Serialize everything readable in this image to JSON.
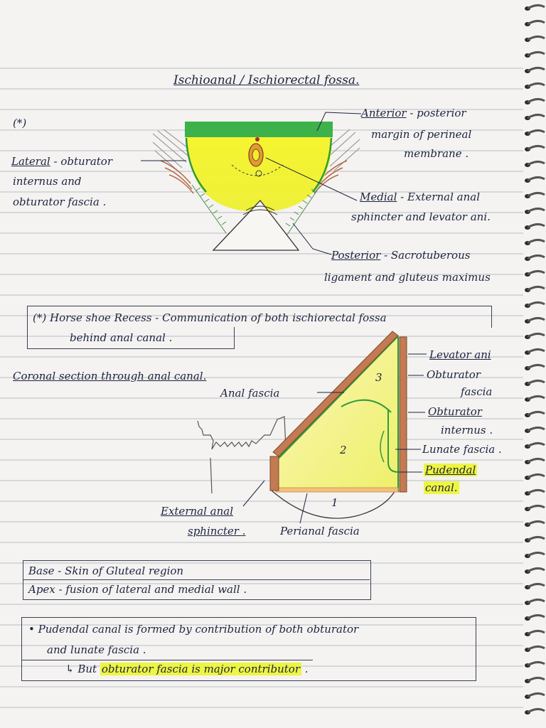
{
  "title": "Ischioanal / Ischiorectal fossa.",
  "bullet_star": "(*)",
  "fig1": {
    "anterior_head": "Anterior",
    "anterior_text1": " - posterior",
    "anterior_text2": "margin of perineal",
    "anterior_text3": "membrane .",
    "lateral_head": "Lateral",
    "lateral_text1": " - obturator",
    "lateral_text2": "internus and",
    "lateral_text3": "obturator fascia .",
    "medial_head": "Medial",
    "medial_text1": " - External anal",
    "medial_text2": "sphincter and levator ani.",
    "posterior_head": "Posterior",
    "posterior_text1": " - Sacrotuberous",
    "posterior_text2": "ligament and gluteus maximus"
  },
  "horseshoe": {
    "star": "(*)",
    "line1": " Horse shoe Recess - Communication of both ischiorectal fossa",
    "line2": "behind anal canal ."
  },
  "coronal": {
    "heading": "Coronal section through anal canal.",
    "anal_fascia": "Anal fascia",
    "levator_ani": "Levator ani",
    "obturator_fascia1": "Obturator",
    "obturator_fascia2": "fascia",
    "obturator_internus1": "Obturator",
    "obturator_internus2": "internus .",
    "lunate_fascia": "Lunate fascia .",
    "pudendal1": "Pudendal",
    "pudendal2": "canal.",
    "ext_anal1": "External anal",
    "ext_anal2": "sphincter .",
    "perianal": "Perianal fascia",
    "n1": "1",
    "n2": "2",
    "n3": "3"
  },
  "base_apex": {
    "base": "Base - Skin of Gluteal region",
    "apex": "Apex - fusion of lateral and medial wall ."
  },
  "pudendal_note": {
    "line1": "• Pudendal canal is formed by contribution of both obturator",
    "line2": "and lunate fascia .",
    "line3_prefix": "↳ But ",
    "line3_hl": "obturator fascia is major contributor",
    "line3_suffix": " ."
  },
  "colors": {
    "yellow": "#f2ee2c",
    "green": "#3db14a",
    "brown": "#b4694a",
    "ink": "#1c2340"
  }
}
